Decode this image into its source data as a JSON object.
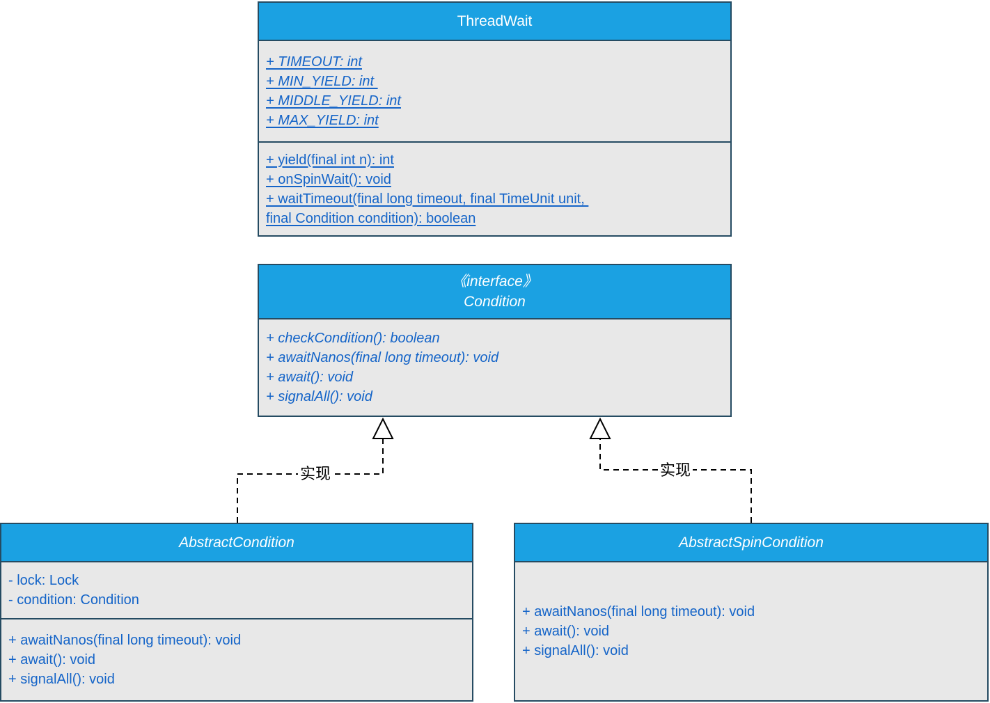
{
  "diagram": {
    "colors": {
      "header_fill": "#1BA1E2",
      "border": "#254B62",
      "body_fill": "#E8E8E8",
      "member_text": "#1464C8",
      "header_text": "#FFFFFF",
      "edge_stroke": "#000000",
      "canvas": "#FFFFFF"
    },
    "thread_wait": {
      "title": "ThreadWait",
      "fields": [
        "+ TIMEOUT: int",
        "+ MIN_YIELD: int ",
        "+ MIDDLE_YIELD: int",
        "+ MAX_YIELD: int"
      ],
      "methods": [
        "+ yield(final int n): int",
        "+ onSpinWait(): void",
        "+ waitTimeout(final long timeout, final TimeUnit unit, \nfinal Condition condition): boolean"
      ]
    },
    "condition_interface": {
      "stereotype": "《interface》",
      "title": "Condition",
      "methods": [
        "+ checkCondition(): boolean",
        "+ awaitNanos(final long timeout): void",
        "+ await(): void",
        "+ signalAll(): void"
      ]
    },
    "abstract_condition": {
      "title": "AbstractCondition",
      "fields": [
        "- lock: Lock",
        "- condition: Condition"
      ],
      "methods": [
        "+ awaitNanos(final long timeout): void",
        "+ await(): void",
        "+ signalAll(): void"
      ]
    },
    "abstract_spin_condition": {
      "title": "AbstractSpinCondition",
      "methods": [
        "+ awaitNanos(final long timeout): void",
        "+ await(): void",
        "+ signalAll(): void"
      ]
    },
    "relations": {
      "left_label": "实现",
      "right_label": "实现"
    }
  }
}
